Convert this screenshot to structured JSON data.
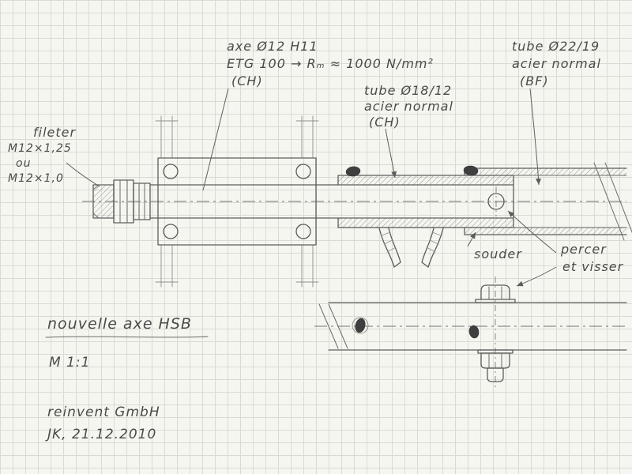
{
  "annotations": {
    "axe": {
      "line1": "axe Ø12 H11",
      "line2": "ETG 100 → Rₘ ≈ 1000 N/mm²",
      "line3": "(CH)"
    },
    "tube_22_19": {
      "line1": "tube Ø22/19",
      "line2": "acier normal",
      "line3": "(BF)"
    },
    "tube_18_12": {
      "line1": "tube Ø18/12",
      "line2": "acier normal",
      "line3": "(CH)"
    },
    "fileter": {
      "line1": "fileter",
      "line2": "M12×1,25",
      "line3": "ou",
      "line4": "M12×1,0"
    },
    "souder": {
      "line1": "souder"
    },
    "percer": {
      "line1": "percer",
      "line2": "et visser"
    }
  },
  "title_block": {
    "title": "nouvelle axe HSB",
    "scale": "M  1:1",
    "company": "reinvent GmbH",
    "author_date": "JK, 21.12.2010"
  },
  "colors": {
    "pencil": "#5c5c5c",
    "paper": "#f6f6f1",
    "grid_line": "#d9dbd3",
    "weld": "#3f3f3f"
  }
}
